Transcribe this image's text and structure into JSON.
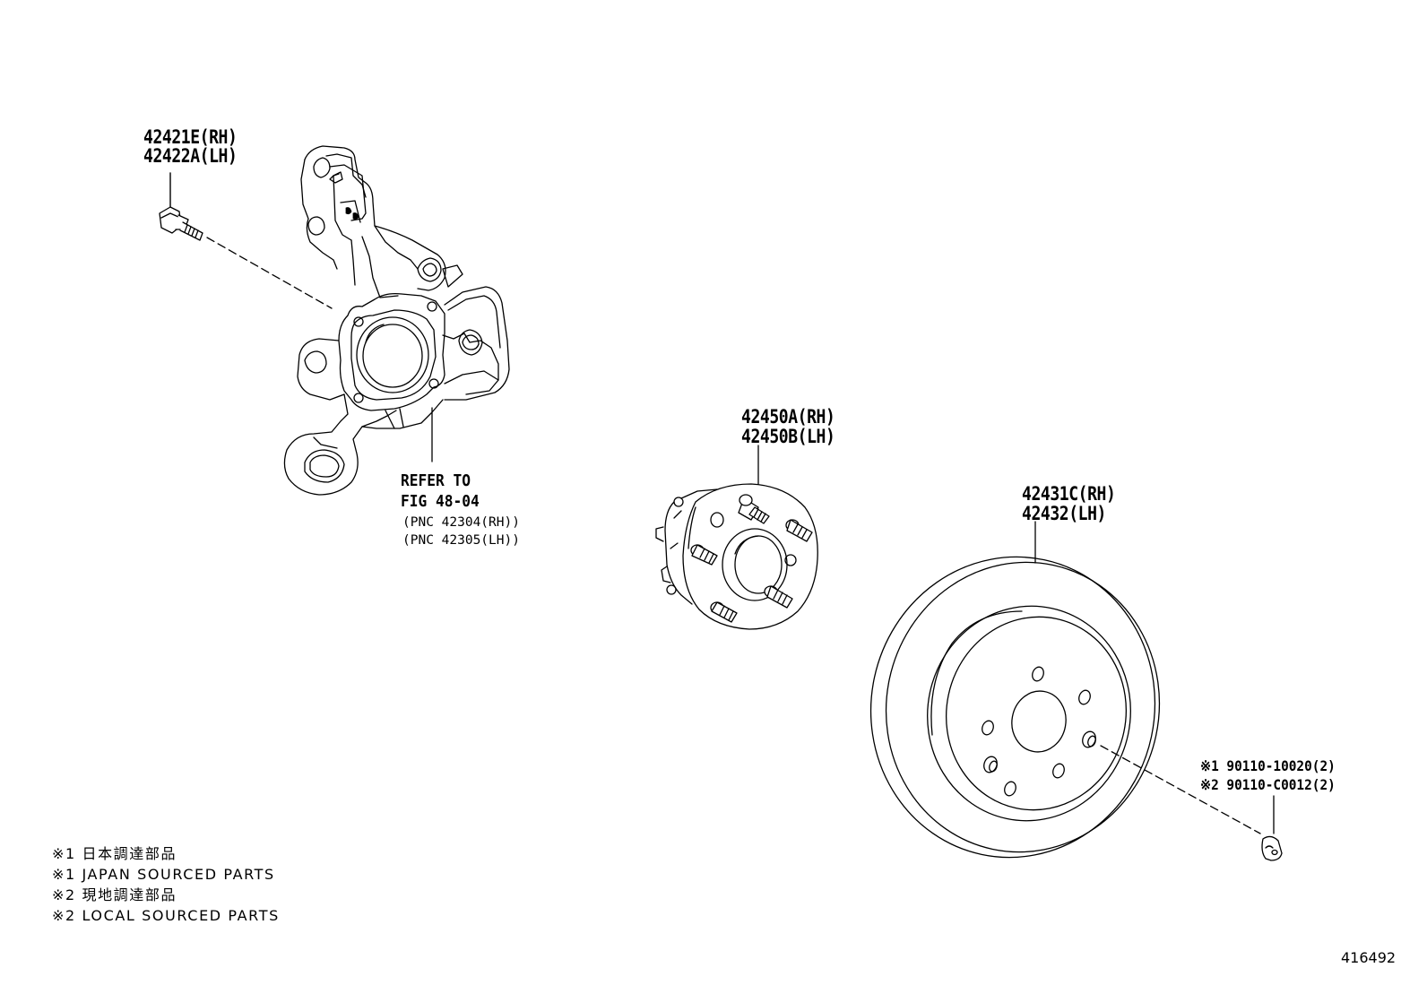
{
  "diagram": {
    "parts": {
      "bolt": {
        "label_rh": "42421E(RH)",
        "label_lh": "42422A(LH)",
        "icon": "bolt-icon"
      },
      "knuckle": {
        "refer_line1": "REFER TO",
        "refer_line2": "FIG 48-04",
        "pnc_rh": "(PNC 42304(RH))",
        "pnc_lh": "(PNC 42305(LH))",
        "icon": "steering-knuckle-icon"
      },
      "hub": {
        "label_rh": "42450A(RH)",
        "label_lh": "42450B(LH)",
        "icon": "wheel-hub-icon"
      },
      "disc": {
        "label_rh": "42431C(RH)",
        "label_lh": "42432(LH)",
        "icon": "brake-disc-icon"
      },
      "screw": {
        "label_1": "※1 90110-10020(2)",
        "label_2": "※2 90110-C0012(2)",
        "icon": "screw-icon"
      }
    },
    "notes": [
      "※1 日本調達部品",
      "※1 JAPAN SOURCED PARTS",
      "※2 現地調達部品",
      "※2 LOCAL SOURCED PARTS"
    ],
    "figure_number": "416492",
    "colors": {
      "ink": "#000000",
      "background": "#ffffff"
    }
  }
}
